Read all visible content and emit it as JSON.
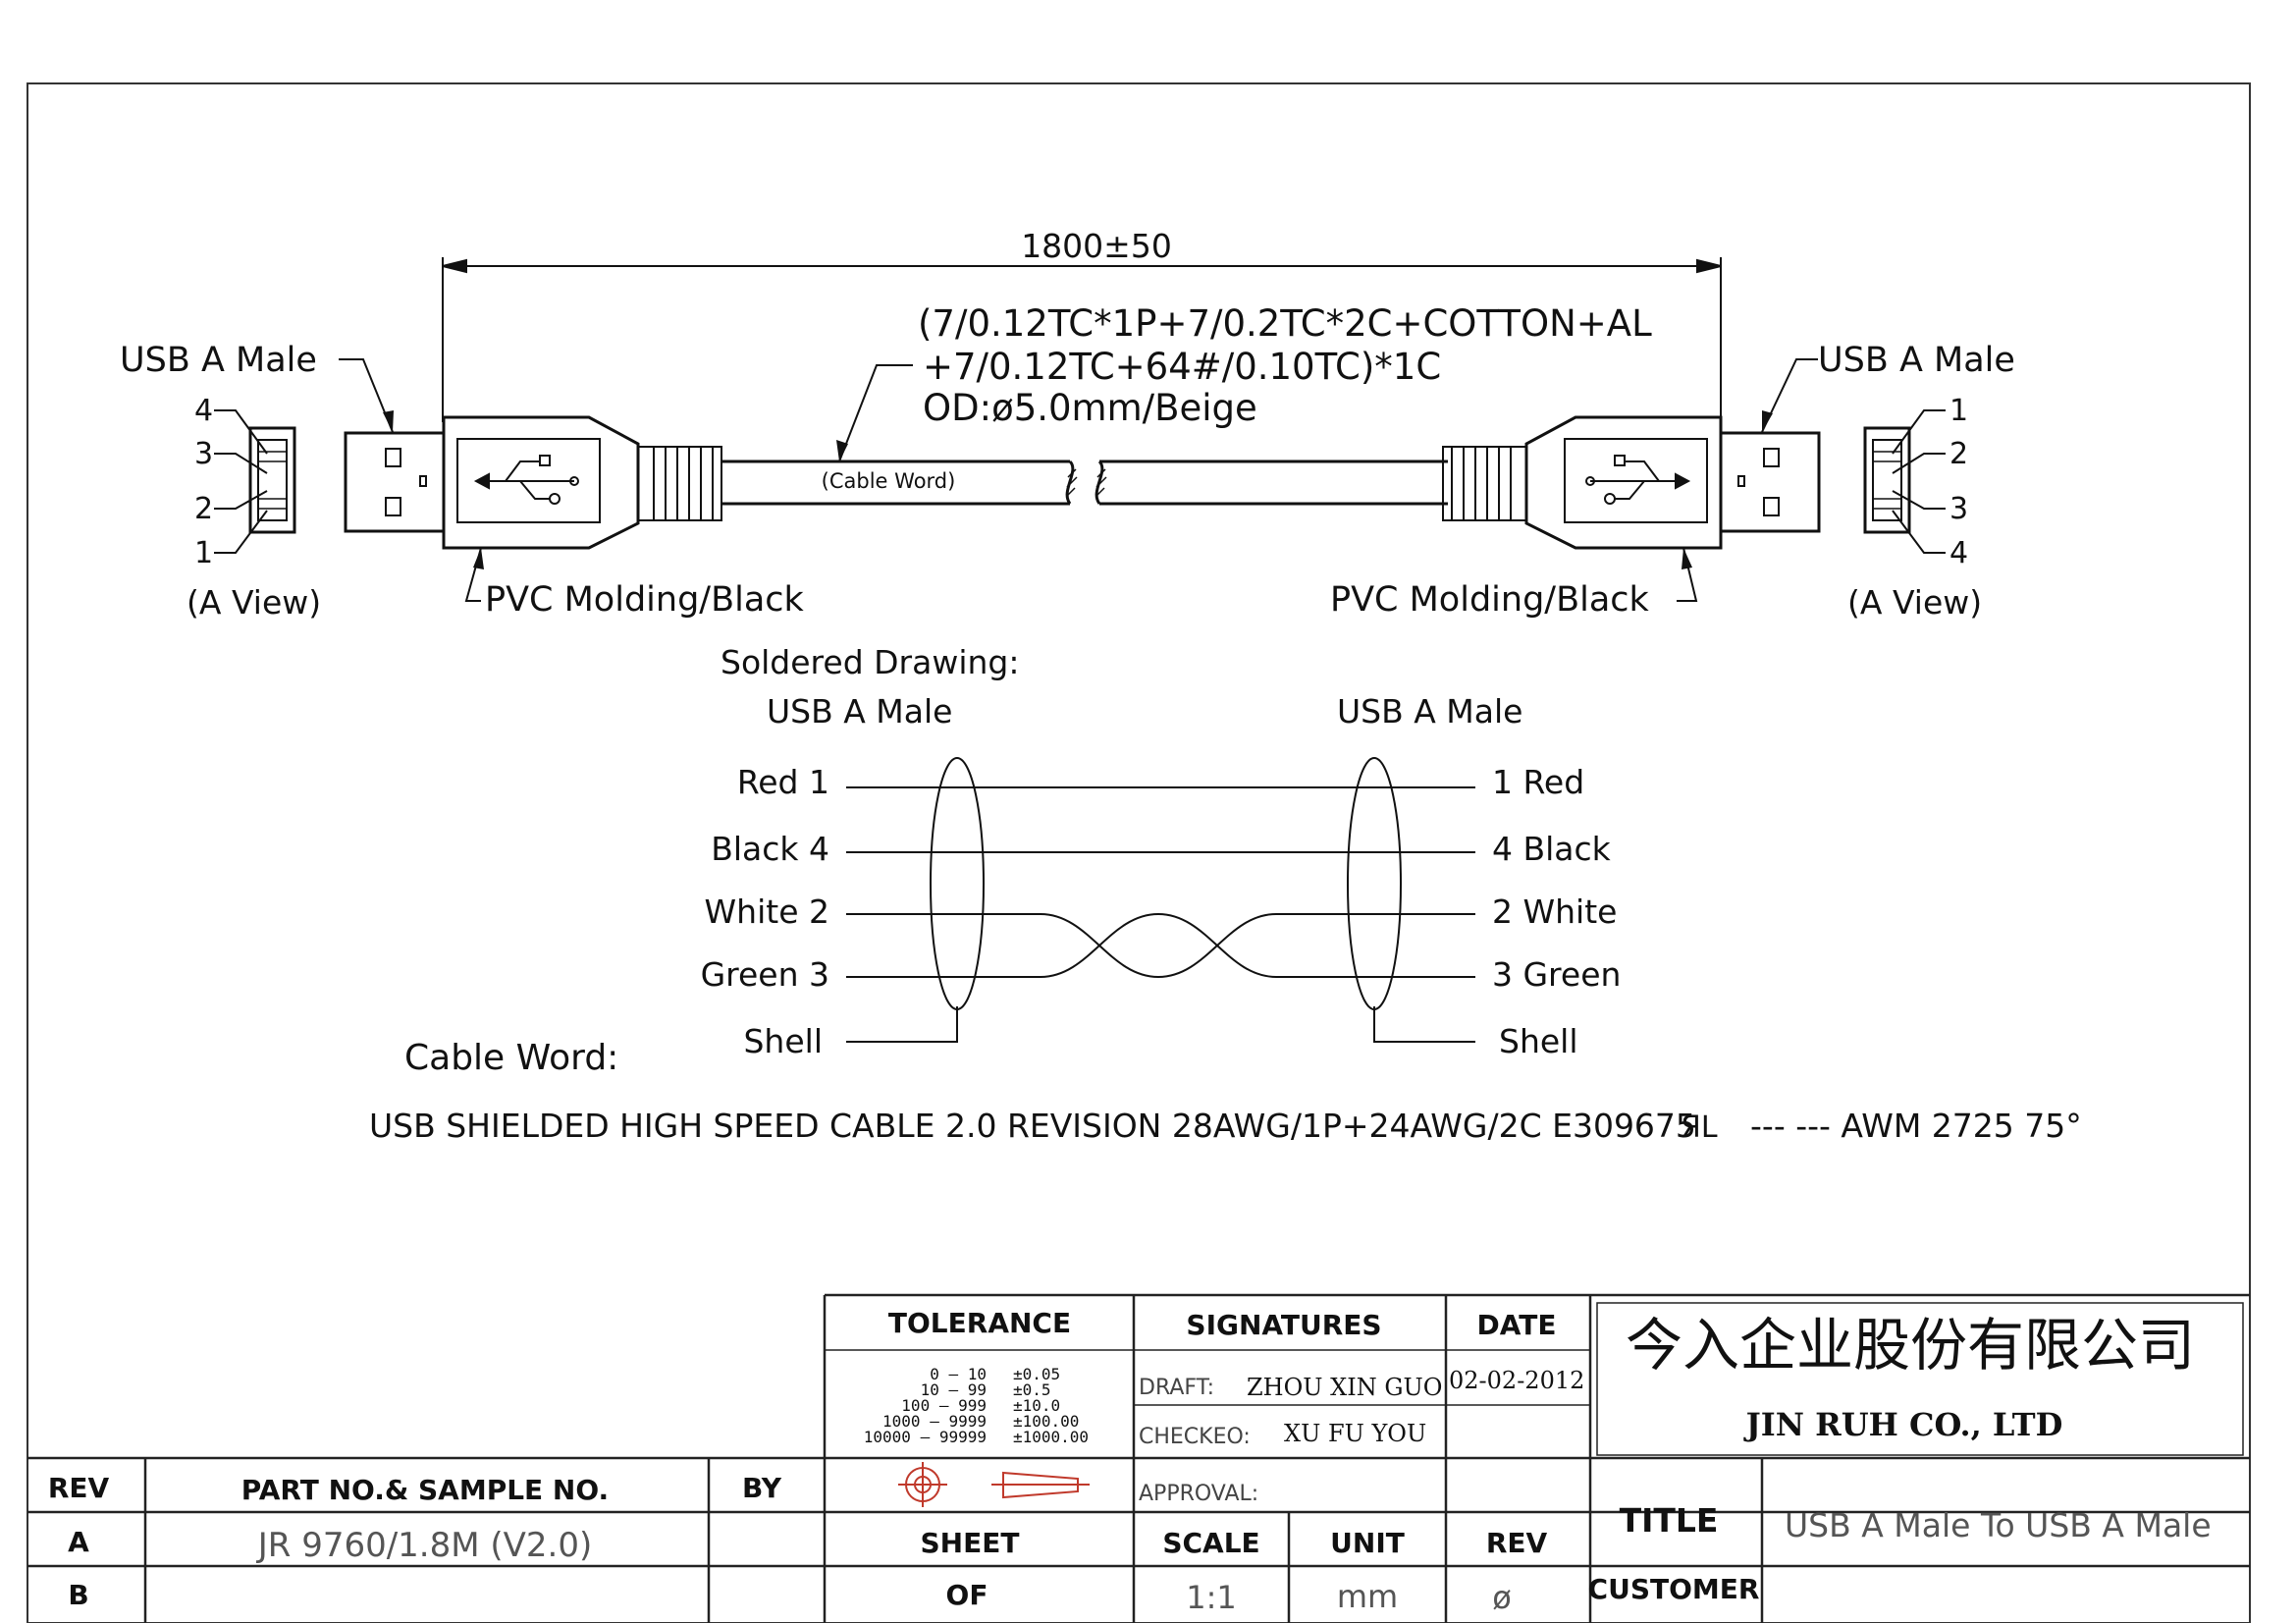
{
  "drawing": {
    "dimension": "1800±50",
    "cable_spec": {
      "line1": "(7/0.12TC*1P+7/0.2TC*2C+COTTON+AL",
      "line2": "+7/0.12TC+64#/0.10TC)*1C",
      "line3": "OD:ø5.0mm/Beige"
    },
    "cable_word_mark": "(Cable Word)",
    "left_connector": {
      "label": "USB A Male",
      "molding": "PVC Molding/Black",
      "view": "(A View)",
      "pins": [
        "4",
        "3",
        "2",
        "1"
      ]
    },
    "right_connector": {
      "label": "USB A Male",
      "molding": "PVC Molding/Black",
      "view": "(A View)",
      "pins": [
        "1",
        "2",
        "3",
        "4"
      ]
    }
  },
  "soldered": {
    "title": "Soldered Drawing:",
    "left_header": "USB A Male",
    "right_header": "USB A Male",
    "rows": [
      {
        "left": "Red  1",
        "right": "1  Red"
      },
      {
        "left": "Black  4",
        "right": "4  Black"
      },
      {
        "left": "White  2",
        "right": "2  White"
      },
      {
        "left": "Green  3",
        "right": "3  Green"
      },
      {
        "left": "Shell",
        "right": "Shell"
      }
    ]
  },
  "cable_word": {
    "label": "Cable Word:",
    "text_main": "USB SHIELDED HIGH SPEED CABLE 2.0 REVISION 28AWG/1P+24AWG/2C E309675",
    "ul_mark": "ЯL",
    "text_end": "--- --- AWM 2725 75°"
  },
  "title_block": {
    "tolerance_header": "TOLERANCE",
    "tolerance_rows": [
      {
        "range": "0 – 10",
        "tol": "±0.05"
      },
      {
        "range": "10 – 99",
        "tol": "±0.5"
      },
      {
        "range": "100 – 999",
        "tol": "±10.0"
      },
      {
        "range": "1000 – 9999",
        "tol": "±100.00"
      },
      {
        "range": "10000 – 99999",
        "tol": "±1000.00"
      }
    ],
    "signatures_header": "SIGNATURES",
    "date_header": "DATE",
    "draft_label": "DRAFT:",
    "draft_name": "ZHOU XIN GUO",
    "draft_date": "02-02-2012",
    "checked_label": "CHECKEO:",
    "checked_name": "XU FU YOU",
    "approval_label": "APPROVAL:",
    "company_cn": "今入企业股份有限公司",
    "company_en": "JIN RUH CO., LTD",
    "rev_header": "REV",
    "part_header": "PART NO.& SAMPLE NO.",
    "by_header": "BY",
    "rev_a": "A",
    "rev_b": "B",
    "part_no": "JR 9760/1.8M (V2.0)",
    "sheet_label": "SHEET",
    "of_label": "OF",
    "scale_label": "SCALE",
    "scale_value": "1:1",
    "unit_label": "UNIT",
    "unit_value": "mm",
    "rev_label": "REV",
    "rev_value": "ø",
    "title_label": "TITLE",
    "title_value": "USB A Male To USB A Male",
    "customer_label": "CUSTOMER"
  }
}
